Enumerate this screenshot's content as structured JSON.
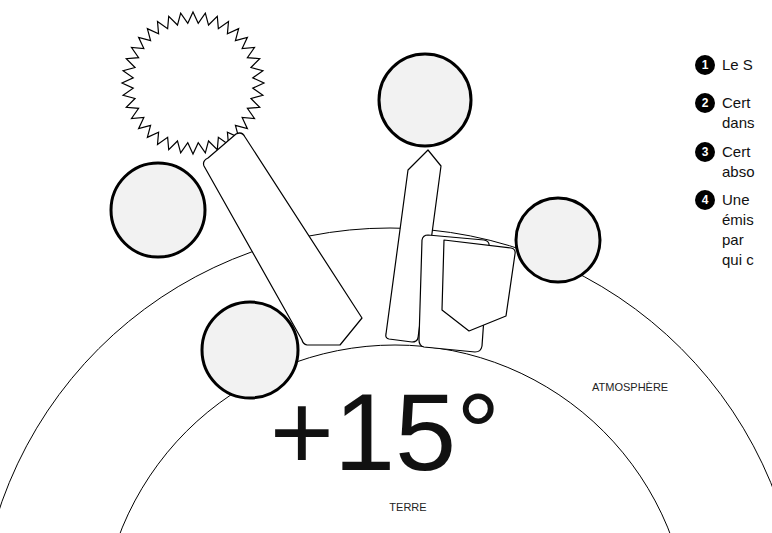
{
  "diagram": {
    "labels": [
      "+15°",
      "TERRE",
      "ATMOSPHÈRE",
      "1",
      "Le S",
      "2",
      "Cert dans",
      "3",
      "Cert abso",
      "4",
      "Une émis par qui c"
    ]
  }
}
